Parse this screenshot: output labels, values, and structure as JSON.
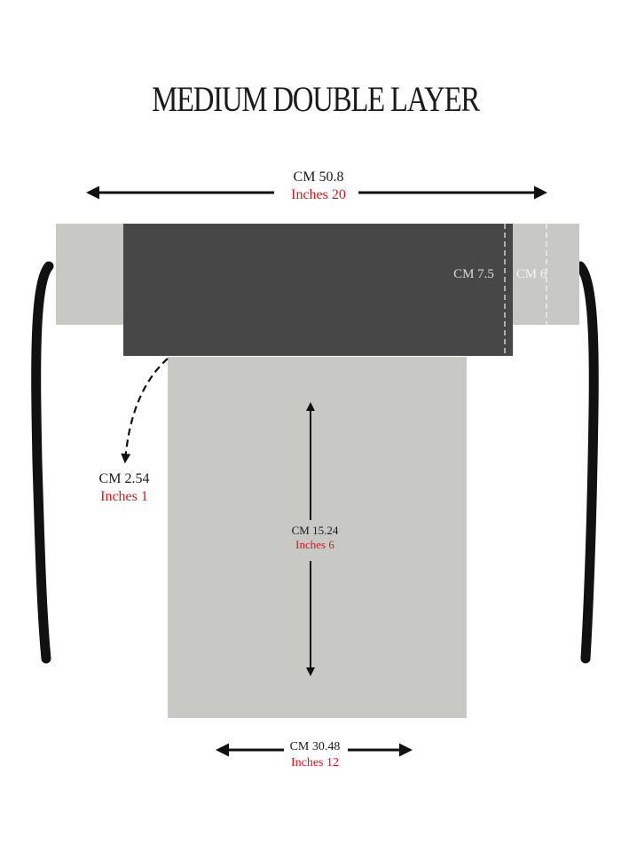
{
  "title": "MEDIUM DOUBLE LAYER",
  "dimensions": {
    "top_width": {
      "cm": "CM 50.8",
      "inches": "Inches 20"
    },
    "flap_depth": {
      "cm": "CM 2.54",
      "inches": "Inches 1"
    },
    "body_height": {
      "cm": "CM 15.24",
      "inches": "Inches 6"
    },
    "bottom_width": {
      "cm": "CM 30.48",
      "inches": "Inches 12"
    },
    "band_side": {
      "cm": "CM 7.5"
    },
    "tie_end": {
      "cm": "CM 6"
    }
  },
  "colors": {
    "band": "#474747",
    "panel": "#c8c8c4",
    "strap": "#111111",
    "inches_text": "#e0141c",
    "arrow": "#111111"
  }
}
